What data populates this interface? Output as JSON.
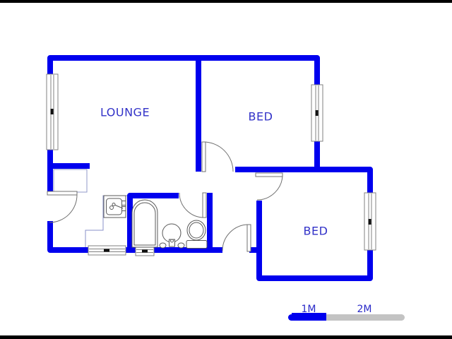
{
  "plan_type": "residential-floor-plan",
  "rooms": [
    {
      "id": "lounge",
      "label": "LOUNGE"
    },
    {
      "id": "bed-1",
      "label": "BED"
    },
    {
      "id": "bed-2",
      "label": "BED"
    }
  ],
  "fixtures": [
    "bathtub",
    "washbasin",
    "toilet",
    "kitchen-sink",
    "kitchen-counter",
    "cupboard"
  ],
  "openings": {
    "windows": [
      "lounge-left-window",
      "bed1-right-window",
      "bed2-right-window",
      "kitchen-bottom-window",
      "bathroom-bottom-window"
    ],
    "doors": [
      "front-door",
      "bed1-door",
      "bed2-door",
      "bathroom-door",
      "back-door"
    ]
  },
  "scale_bar": {
    "labels": [
      "1M",
      "2M"
    ]
  },
  "colors": {
    "wall": "#0000EE",
    "room_text": "#3232C8",
    "scale_blue": "#0000EE",
    "scale_gray": "#C3C3C3",
    "window_frame": "#808080",
    "fixture_outline": "#5A5A5A",
    "counter_line": "#8890C8",
    "background": "#FFFFFF",
    "edge_bars": "#000000"
  }
}
